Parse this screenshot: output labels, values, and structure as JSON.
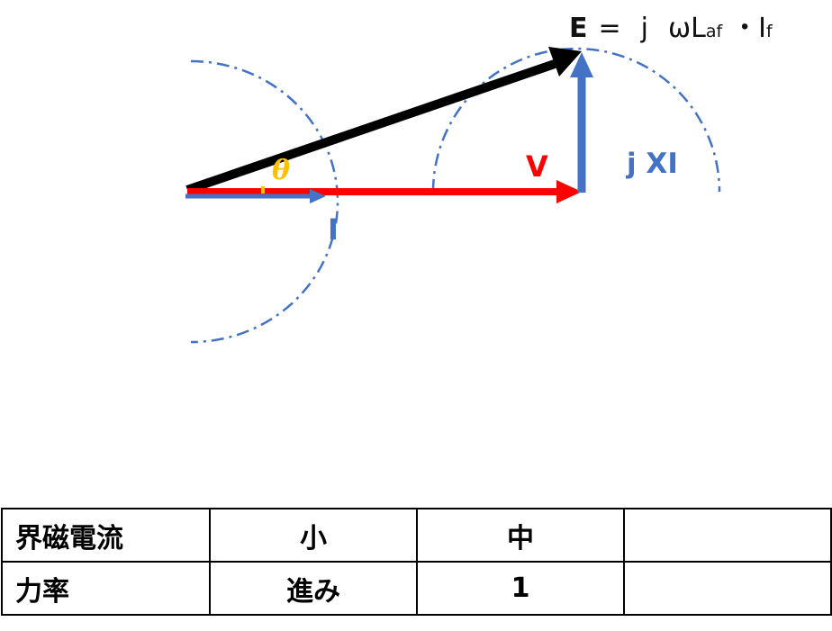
{
  "equation": {
    "lhs": "E",
    "eq_sign": "=",
    "j": "j",
    "omega": "ω",
    "L": "L",
    "L_sub": "af",
    "dot": "・",
    "I": "I",
    "I_sub": "f"
  },
  "vectors": {
    "V": {
      "label": "V",
      "color": "#ff0000"
    },
    "jXI": {
      "label": "j XI",
      "color": "#4472c4"
    },
    "I": {
      "label": "I",
      "color": "#4472c4"
    },
    "E": {
      "color": "#000000"
    },
    "theta": {
      "label": "θ",
      "color": "#ffc000"
    },
    "arc_color": "#4472c4"
  },
  "table": {
    "rows": [
      {
        "header": "界磁電流",
        "cells": [
          "小",
          "中",
          ""
        ]
      },
      {
        "header": "力率",
        "cells": [
          "進み",
          "1",
          ""
        ]
      }
    ]
  }
}
